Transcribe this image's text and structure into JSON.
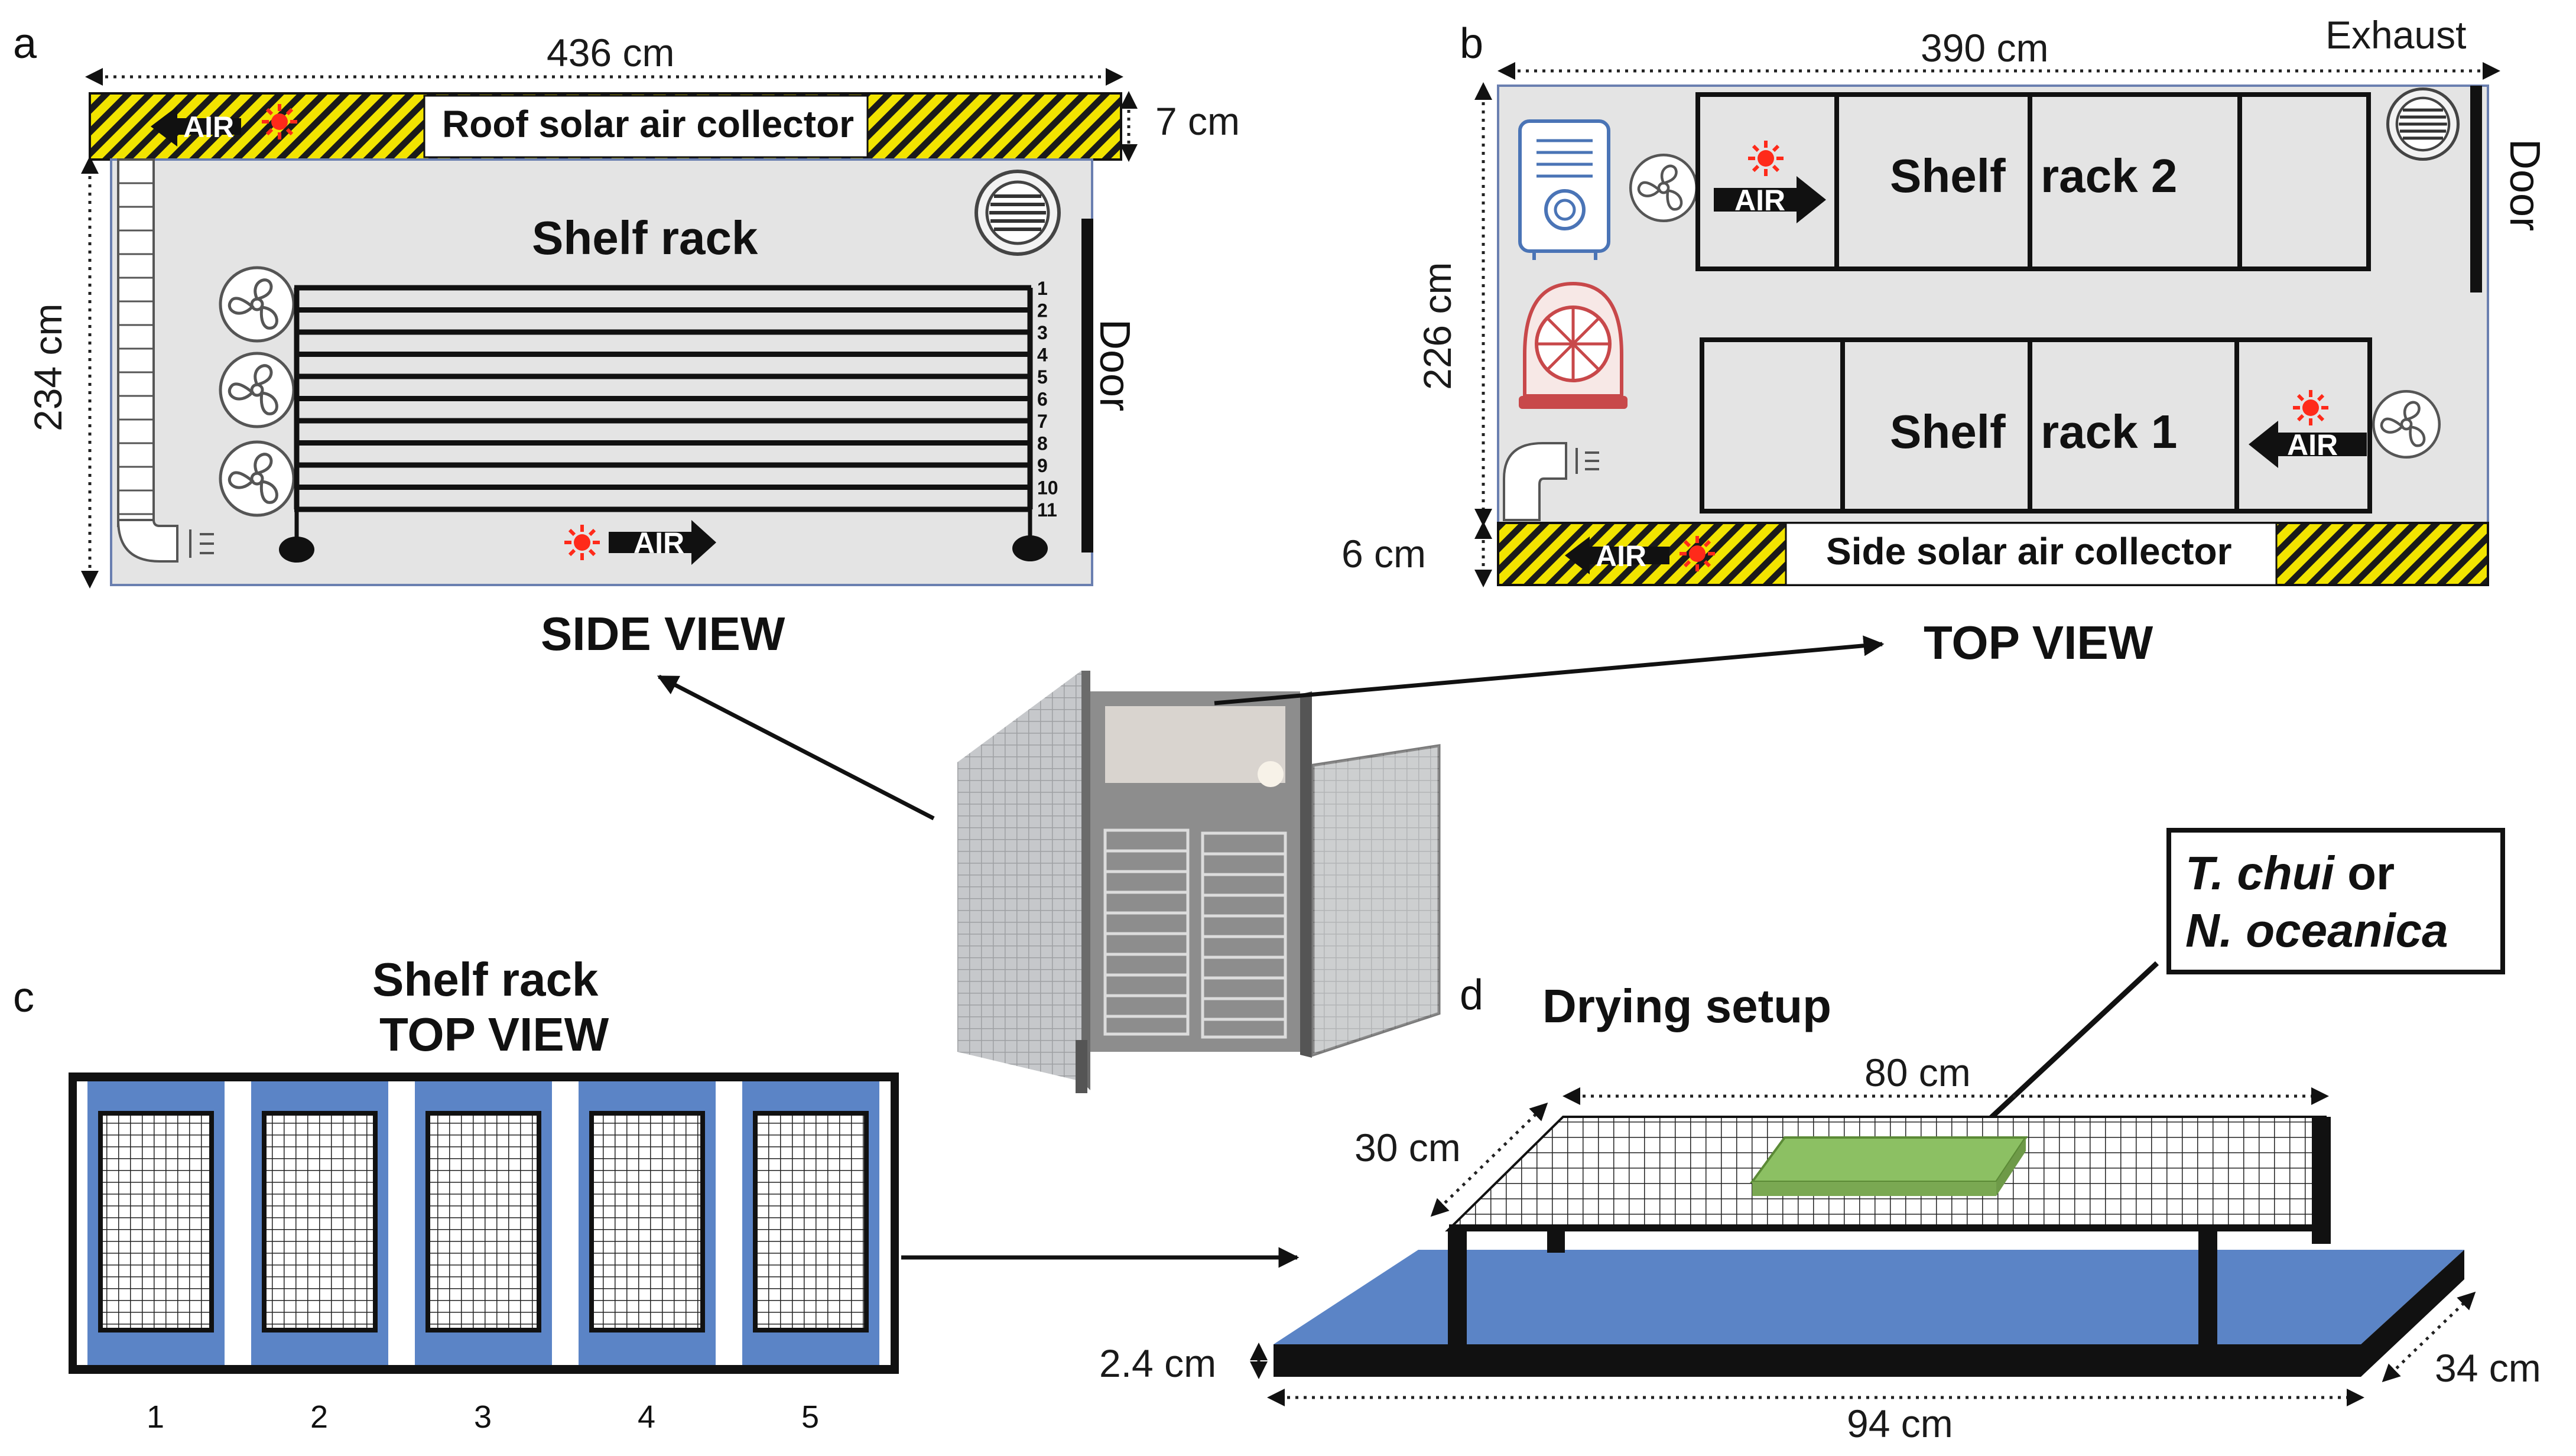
{
  "panels": {
    "a": "a",
    "b": "b",
    "c": "c",
    "d": "d"
  },
  "side_view": {
    "width": "436 cm",
    "height": "234 cm",
    "collector_thickness": "7 cm",
    "collector_label": "Roof solar air collector",
    "rack_label": "Shelf rack",
    "door_label": "Door",
    "air_label": "AIR",
    "shelf_numbers": [
      "1",
      "2",
      "3",
      "4",
      "5",
      "6",
      "7",
      "8",
      "9",
      "10",
      "11"
    ],
    "caption": "SIDE VIEW"
  },
  "top_view": {
    "width": "390 cm",
    "height": "226 cm",
    "collector_thickness": "6 cm",
    "collector_label": "Side solar air collector",
    "exhaust_label": "Exhaust",
    "door_label": "Door",
    "rack2_left": "Shelf",
    "rack2_right": "rack 2",
    "rack1_left": "Shelf",
    "rack1_right": "rack 1",
    "air_label": "AIR",
    "caption": "TOP VIEW"
  },
  "shelf_top_view": {
    "title_line1": "Shelf rack",
    "title_line2": "TOP VIEW",
    "tray_numbers": [
      "1",
      "2",
      "3",
      "4",
      "5"
    ]
  },
  "drying_setup": {
    "title": "Drying setup",
    "species_line1_italic": "T. chui",
    "species_line1_rest": " or",
    "species_line2_italic": "N. oceanica",
    "mesh_length": "80 cm",
    "mesh_width": "30 cm",
    "tray_height": "2.4 cm",
    "tray_width": "34 cm",
    "tray_length": "94 cm"
  },
  "colors": {
    "collector_yellow": "#f2e400",
    "chamber_grey": "#e4e4e4",
    "tray_blue": "#5b84c6",
    "sample_green": "#8cc063",
    "sun_red": "#ff2a1a",
    "heater_red": "#c8484a",
    "dehumidifier_blue": "#4a74b6"
  }
}
